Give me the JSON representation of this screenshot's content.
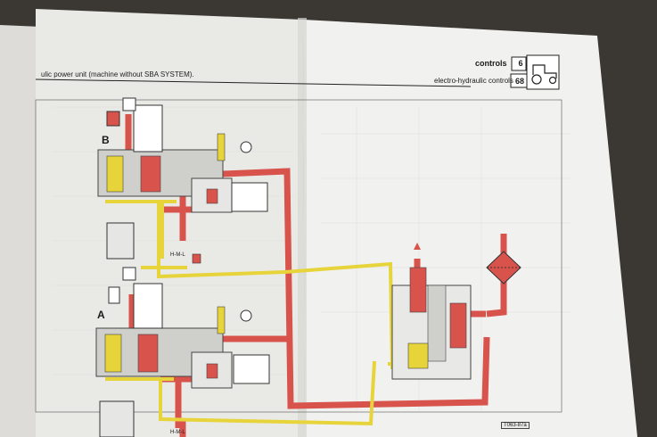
{
  "header": {
    "title": "ulic power unit (machine without SBA SYSTEM).",
    "section_name": "controls",
    "section_number": "6",
    "subsection_name": "electro-hydraulic controls",
    "subsection_number": "68"
  },
  "diagram": {
    "valve_label_upper": "B",
    "valve_label_lower": "A",
    "port_label_upper": "H-M-L",
    "port_label_lower": "H-M-L",
    "figure_code": "T063-87a"
  },
  "colors": {
    "pressure_line": "#d8534c",
    "return_line": "#e6d43a",
    "paper": "#f1f1ef",
    "background": "#3a3631"
  }
}
